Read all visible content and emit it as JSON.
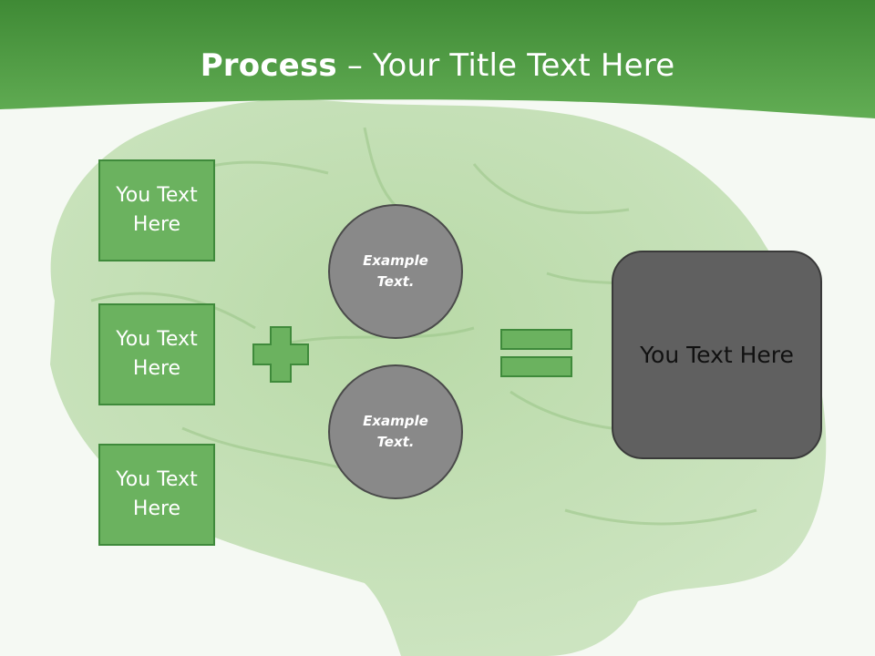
{
  "slide": {
    "title_bold": "Process",
    "title_rest": " – Your Title Text Here",
    "boxes": [
      {
        "label": "You Text Here"
      },
      {
        "label": "You Text Here"
      },
      {
        "label": "You Text Here"
      }
    ],
    "circles": [
      {
        "label": "Example Text."
      },
      {
        "label": "Example Text."
      }
    ],
    "result_label": "You Text Here",
    "operators": {
      "plus_icon": "plus-icon",
      "equals_icon": "equals-icon"
    }
  },
  "colors": {
    "header_green": "#5ba84e",
    "box_green": "#6bb25f",
    "box_border": "#3f8a3b",
    "circle_gray": "#898989",
    "result_gray": "#606060",
    "background": "#f5f9f3"
  }
}
